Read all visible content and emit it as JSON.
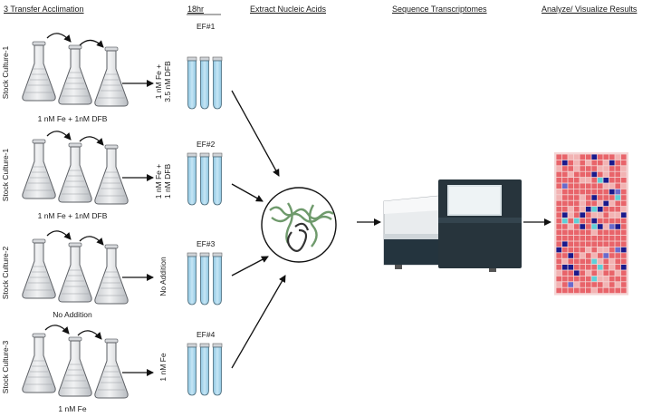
{
  "headers": {
    "acclimation": "3 Transfer Acclimation",
    "time": "18hr",
    "extract": "Extract Nucleic Acids",
    "sequence": "Sequence Transcriptomes",
    "analyze": "Analyze/ Visualize Results"
  },
  "rows": [
    {
      "culture": "Stock Culture-1",
      "condition": "1 nM Fe + 1nM DFB",
      "ef": "EF#1",
      "treatment_line1": "1 nM Fe +",
      "treatment_line2": "3.5 nM DFB"
    },
    {
      "culture": "Stock Culture-1",
      "condition": "1 nM Fe + 1nM DFB",
      "ef": "EF#2",
      "treatment_line1": "1 nM Fe +",
      "treatment_line2": "1 nM DFB"
    },
    {
      "culture": "Stock Culture-2",
      "condition": "No Addition",
      "ef": "EF#3",
      "treatment_line1": "No Addition",
      "treatment_line2": ""
    },
    {
      "culture": "Stock Culture-3",
      "condition": "1 nM Fe",
      "ef": "EF#4",
      "treatment_line1": "1 nM Fe",
      "treatment_line2": ""
    }
  ],
  "colors": {
    "tube_fill": "#a9d6ec",
    "heatmap_base": "#e8646a",
    "heatmap_dark": "#1a1a8c",
    "heatmap_cyan": "#5fd0d8",
    "heatmap_light": "#f2b3b3",
    "helix": "#6f9a6c"
  }
}
